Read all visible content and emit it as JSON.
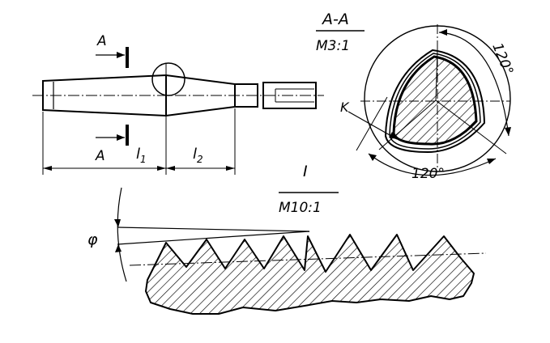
{
  "labels": {
    "section_a_top": "A",
    "section_a_bottom": "A",
    "l1": "l",
    "l1_sub": "1",
    "l2": "l",
    "l2_sub": "2",
    "section_title": "A-A",
    "section_scale": "M3:1",
    "angle_top": "120°",
    "angle_bottom": "120°",
    "k": "K",
    "detail_title": "I",
    "detail_scale": "M10:1",
    "phi": "φ"
  }
}
